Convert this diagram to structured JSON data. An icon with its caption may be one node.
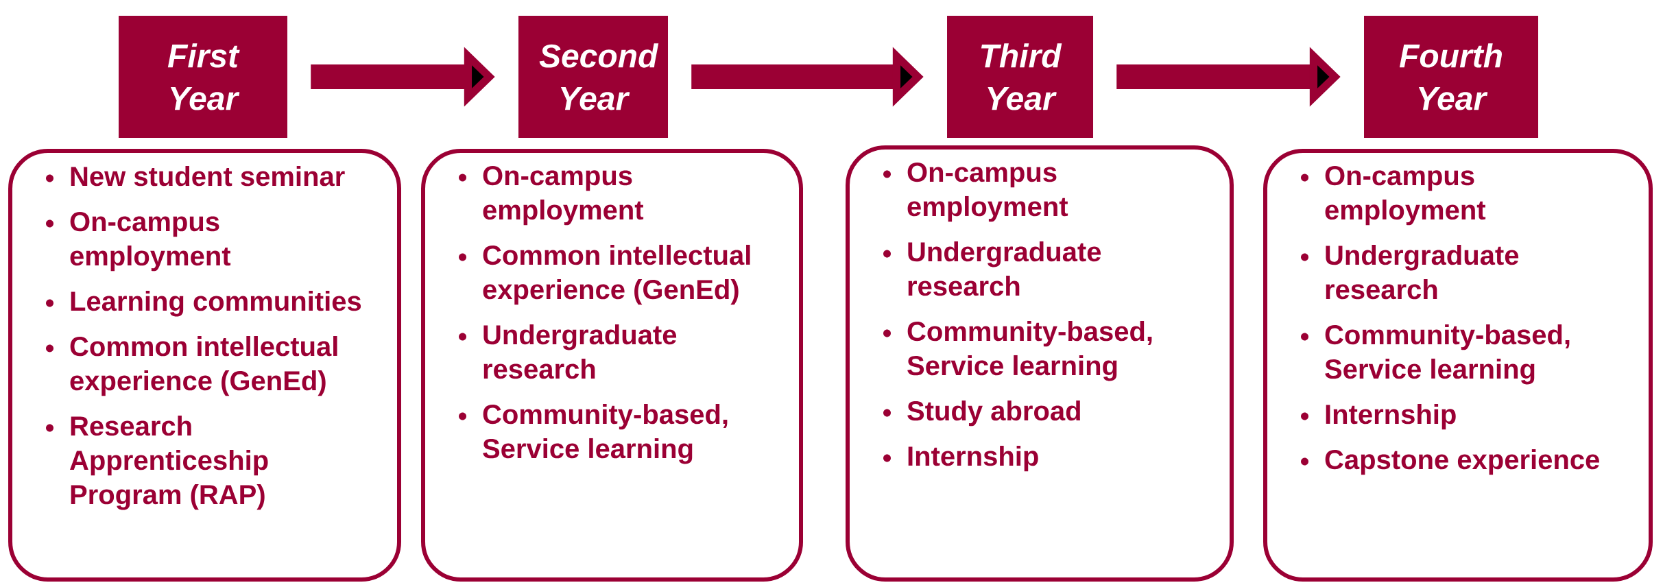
{
  "diagram": {
    "nodes": [
      {
        "text": [
          "First Year"
        ]
      },
      {
        "text": [
          "Second Year"
        ]
      },
      {
        "text": [
          "Third Year"
        ]
      },
      {
        "text": [
          "Fourth Year"
        ]
      },
      {
        "text": [
          "New student seminar",
          "On-campus employment",
          "Learning communities",
          "Common intellectual experience (GenEd)",
          "Research Apprenticeship Program (RAP)"
        ]
      },
      {
        "text": [
          "On-campus employment",
          "Common intellectual experience (GenEd)",
          "Undergraduate research",
          "Community-based, Service learning"
        ]
      },
      {
        "text": [
          "On-campus employment",
          "Undergraduate research",
          "Community-based, Service learning",
          "Study abroad",
          "Internship"
        ]
      },
      {
        "text": [
          "On-campus employment",
          "Undergraduate research",
          "Community-based, Service learning",
          "Internship",
          "Capstone experience"
        ]
      }
    ],
    "edges": [
      {
        "from": 0,
        "to": 1,
        "arrow": "to"
      },
      {
        "from": 1,
        "to": 2,
        "arrow": "to"
      },
      {
        "from": 2,
        "to": 3,
        "arrow": "to"
      }
    ]
  }
}
